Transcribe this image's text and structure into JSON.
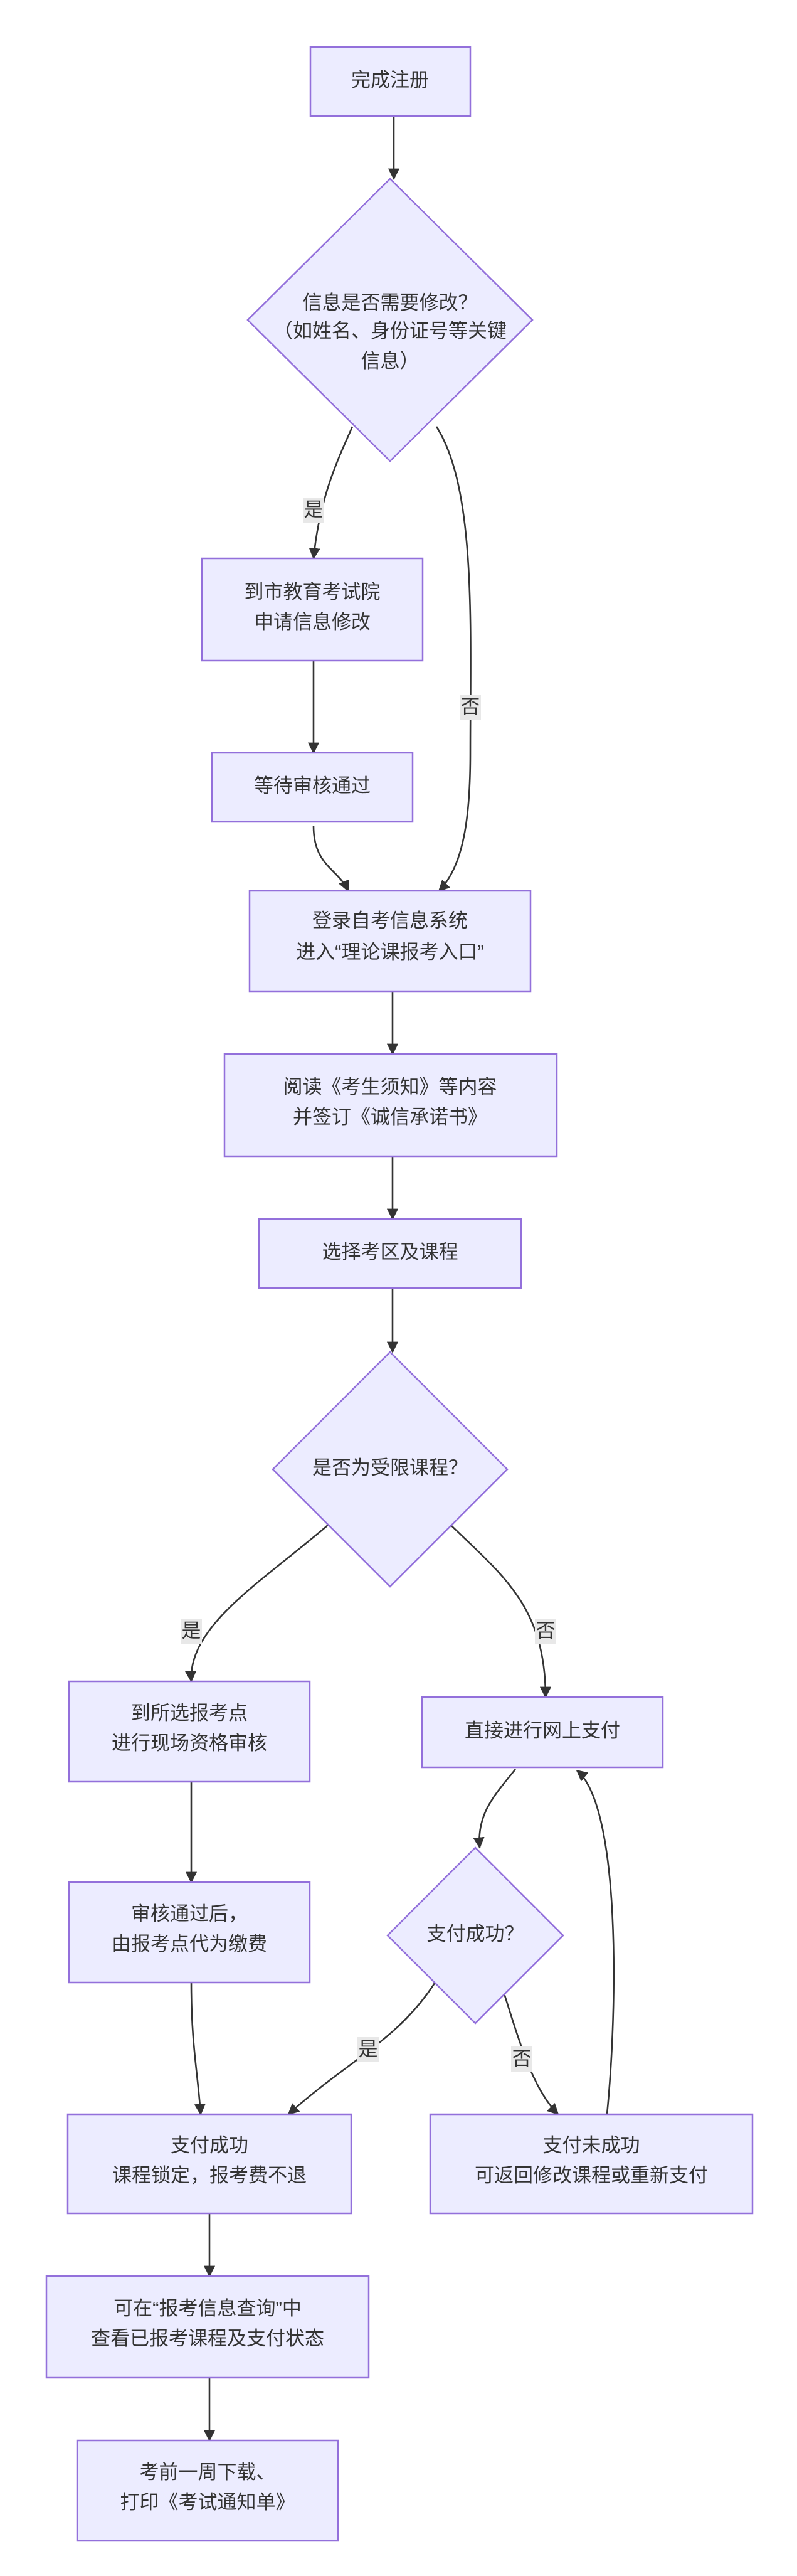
{
  "nodes": {
    "start": [
      "完成注册"
    ],
    "q_modify": [
      "信息是否需要修改？",
      "（如姓名、身份证号等关键",
      "信息）"
    ],
    "apply_modify": [
      "到市教育考试院",
      "申请信息修改"
    ],
    "wait_review": [
      "等待审核通过"
    ],
    "login": [
      "登录自考信息系统",
      "进入“理论课报考入口”"
    ],
    "read_notice": [
      "阅读《考生须知》等内容",
      "并签订《诚信承诺书》"
    ],
    "select_course": [
      "选择考区及课程"
    ],
    "q_restricted": [
      "是否为受限课程？"
    ],
    "onsite_review": [
      "到所选报考点",
      "进行现场资格审核"
    ],
    "online_pay": [
      "直接进行网上支付"
    ],
    "proxy_pay": [
      "审核通过后，",
      "由报考点代为缴费"
    ],
    "q_paid": [
      "支付成功？"
    ],
    "pay_success": [
      "支付成功",
      "课程锁定，报考费不退"
    ],
    "pay_fail": [
      "支付未成功",
      "可返回修改课程或重新支付"
    ],
    "query_status": [
      "可在“报考信息查询”中",
      "查看已报考课程及支付状态"
    ],
    "print_notice": [
      "考前一周下载、",
      "打印《考试通知单》"
    ]
  },
  "edge_labels": {
    "modify_yes": "是",
    "modify_no": "否",
    "restricted_yes": "是",
    "restricted_no": "否",
    "paid_yes": "是",
    "paid_no": "否"
  }
}
